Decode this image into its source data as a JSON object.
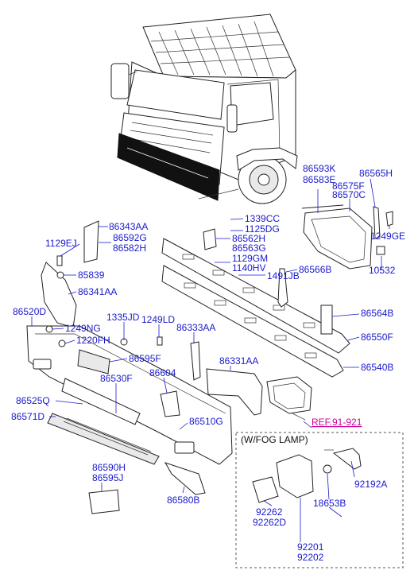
{
  "labels": {
    "p86593K": "86593K",
    "p86583E": "86583E",
    "p86565H": "86565H",
    "p86575F": "86575F",
    "p86570C": "86570C",
    "p1339CC": "1339CC",
    "p1125DG": "1125DG",
    "p86343AA": "86343AA",
    "p86562H": "86562H",
    "p86563G": "86563G",
    "p86592G": "86592G",
    "p86582H": "86582H",
    "p1129EJ": "1129EJ",
    "p1129GM": "1129GM",
    "p1140HV": "1140HV",
    "p86566B": "86566B",
    "p1249GE": "1249GE",
    "p85839": "85839",
    "p1491JB": "1491JB",
    "p10532": "10532",
    "p86341AA": "86341AA",
    "p86520D": "86520D",
    "p1335JD": "1335JD",
    "p1249LD": "1249LD",
    "p86564B": "86564B",
    "p1249NG": "1249NG",
    "p86333AA": "86333AA",
    "p86550F": "86550F",
    "p1220FH": "1220FH",
    "p86595F": "86595F",
    "p86331AA": "86331AA",
    "p86540B": "86540B",
    "p86530F": "86530F",
    "p86604": "86604",
    "p86525Q": "86525Q",
    "p86510G": "86510G",
    "p86571D": "86571D",
    "ref": "REF.91-921",
    "fog_caption": "(W/FOG LAMP)",
    "p86590H": "86590H",
    "p86595J": "86595J",
    "p92192A": "92192A",
    "p86580B": "86580B",
    "p92262": "92262",
    "p18653B": "18653B",
    "p92262D": "92262D",
    "p92201": "92201",
    "p92202": "92202"
  },
  "colors": {
    "label": "#1a1acc",
    "reference": "#cc0099",
    "highlight": "#111111"
  }
}
